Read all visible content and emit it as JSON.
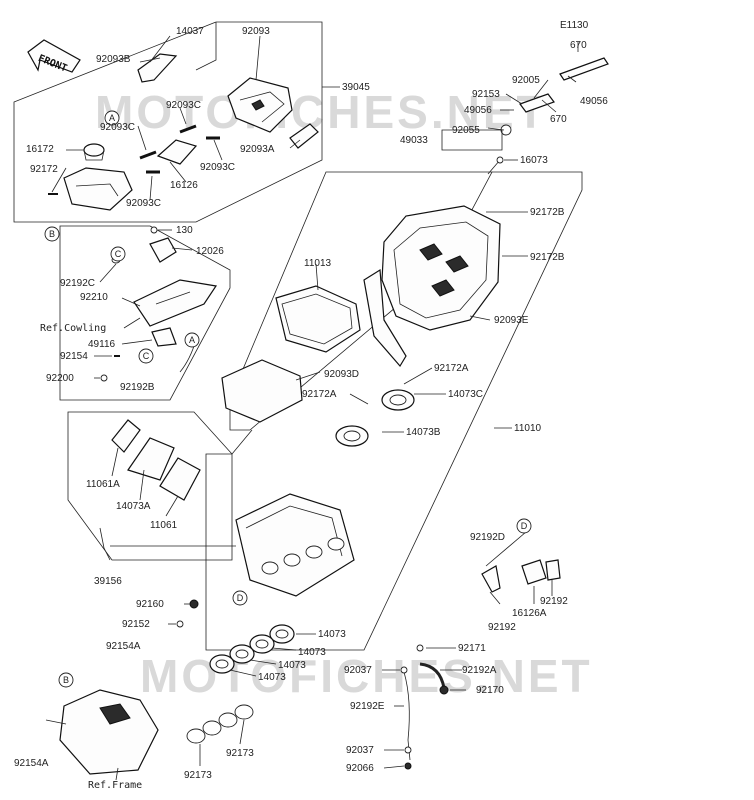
{
  "watermark": {
    "top": "MOTOFICHES.NET",
    "bottom": "MOTOFICHES.NET"
  },
  "front_label": "FRONT",
  "labels": {
    "l14037": "14037",
    "l92093": "92093",
    "l92093B": "92093B",
    "l39045": "39045",
    "l92093C_a": "92093C",
    "l92093C_b": "92093C",
    "l92093C_c": "92093C",
    "l92093C_d": "92093C",
    "l92093A": "92093A",
    "l16172": "16172",
    "l92172": "92172",
    "l16126": "16126",
    "l130": "130",
    "l12026": "12026",
    "l92192C": "92192C",
    "l92210": "92210",
    "l49116": "49116",
    "l92154": "92154",
    "l92200": "92200",
    "l92192B": "92192B",
    "l11013": "11013",
    "l92093D": "92093D",
    "lE1130": "E1130",
    "l670a": "670",
    "l670b": "670",
    "l92005": "92005",
    "l92153": "92153",
    "l49056a": "49056",
    "l49056b": "49056",
    "l49033": "49033",
    "l92055": "92055",
    "l16073": "16073",
    "l92172B_a": "92172B",
    "l92172B_b": "92172B",
    "l92093E": "92093E",
    "l92172A_a": "92172A",
    "l92172A_b": "92172A",
    "l14073C": "14073C",
    "l14073B": "14073B",
    "l11010": "11010",
    "l11061A": "11061A",
    "l14073A": "14073A",
    "l11061": "11061",
    "l39156": "39156",
    "l92160": "92160",
    "l92152": "92152",
    "l92154A_a": "92154A",
    "l92154A_b": "92154A",
    "l14073_a": "14073",
    "l14073_b": "14073",
    "l14073_c": "14073",
    "l14073_d": "14073",
    "l92173_a": "92173",
    "l92173_b": "92173",
    "l92192D": "92192D",
    "l16126A": "16126A",
    "l92192_a": "92192",
    "l92192_b": "92192",
    "l92171": "92171",
    "l92037_a": "92037",
    "l92037_b": "92037",
    "l92192A": "92192A",
    "l92170": "92170",
    "l92192E": "92192E",
    "l92066": "92066",
    "refCowling": "Ref.Cowling",
    "refFrame": "Ref.Frame"
  },
  "callouts": {
    "A1": "A",
    "A2": "A",
    "B1": "B",
    "B2": "B",
    "C1": "C",
    "C2": "C",
    "D1": "D",
    "D2": "D"
  }
}
